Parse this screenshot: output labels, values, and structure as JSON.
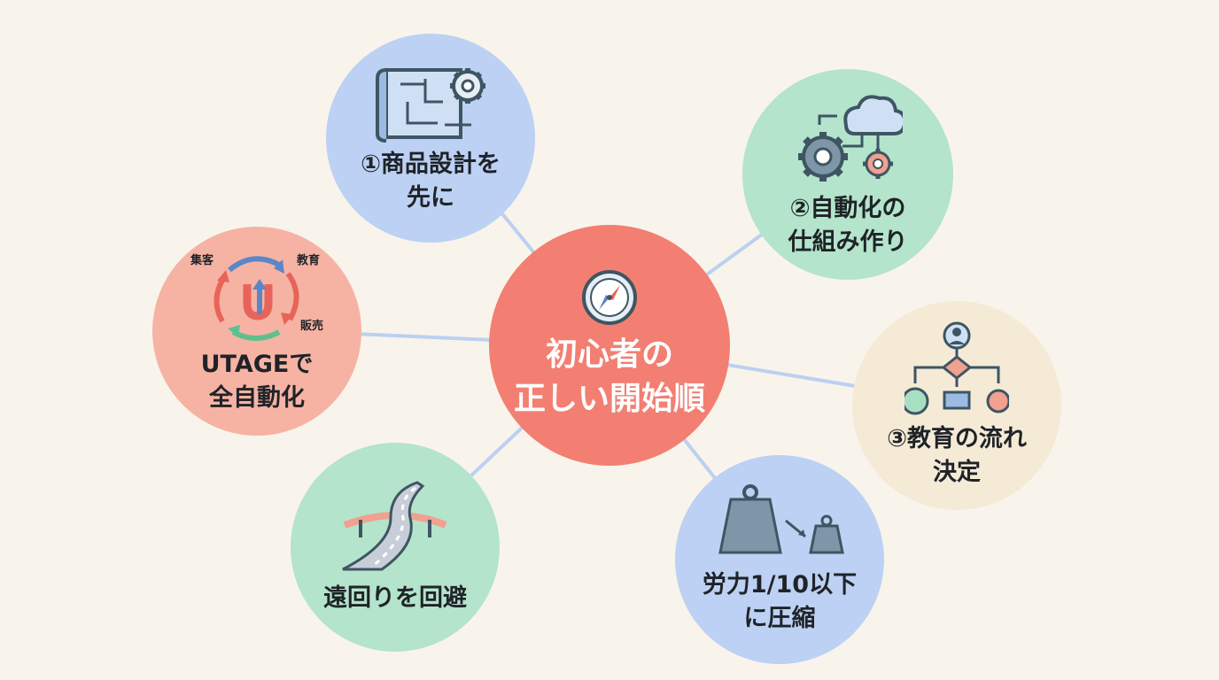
{
  "colors": {
    "background": "#f8f4ec",
    "connector": "#bcd0f0",
    "center": "#f27f72",
    "blue": "#bcd1f3",
    "green": "#b4e4cb",
    "salmon": "#f6b3a3",
    "cream": "#f4ead6",
    "dark": "#3e5563",
    "red": "#e8645a"
  },
  "center": {
    "label": "初心者の\n正しい開始順",
    "icon": "compass-icon"
  },
  "nodes": [
    {
      "id": "product-design",
      "label": "①商品設計を\n先に",
      "icon": "blueprint-gear-icon"
    },
    {
      "id": "automation",
      "label": "②自動化の\n仕組み作り",
      "icon": "cloud-gears-icon"
    },
    {
      "id": "education-flow",
      "label": "③教育の流れ\n決定",
      "icon": "flowchart-icon"
    },
    {
      "id": "effort",
      "label": "労力1/10以下\nに圧縮",
      "icon": "weights-icon"
    },
    {
      "id": "detour",
      "label": "遠回りを回避",
      "icon": "road-bridge-icon"
    },
    {
      "id": "utage",
      "label": "UTAGEで\n全自動化",
      "icon": "utage-cycle-icon",
      "cycle_labels": [
        "集客",
        "教育",
        "販売"
      ]
    }
  ]
}
